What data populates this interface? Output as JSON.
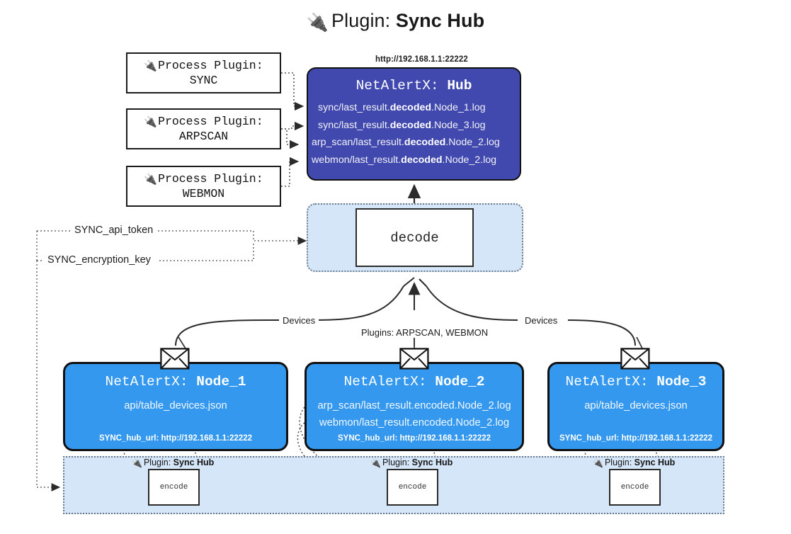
{
  "title": {
    "icon": "plug-icon",
    "lead": "Plugin: ",
    "name": "Sync Hub"
  },
  "colors": {
    "hub_fill": "#4149af",
    "node_fill": "#3498ee",
    "band_fill": "#d4e6f8",
    "stroke": "#111111",
    "page_bg": "#ffffff"
  },
  "process_plugins": [
    {
      "icon": "plug-icon",
      "line1": "Process Plugin:",
      "line2": "SYNC"
    },
    {
      "icon": "plug-icon",
      "line1": "Process Plugin:",
      "line2": "ARPSCAN"
    },
    {
      "icon": "plug-icon",
      "line1": "Process Plugin:",
      "line2": "WEBMON"
    }
  ],
  "hub": {
    "url": "http://192.168.1.1:22222",
    "title_prefix": "NetAlertX: ",
    "title_name": "Hub",
    "logs": [
      {
        "pre": "sync/last_result.",
        "mid": "decoded",
        "post": ".Node_1.log"
      },
      {
        "pre": "sync/last_result.",
        "mid": "decoded",
        "post": ".Node_3.log"
      },
      {
        "pre": "arp_scan/last_result.",
        "mid": "decoded",
        "post": ".Node_2.log"
      },
      {
        "pre": "webmon/last_result.",
        "mid": "decoded",
        "post": ".Node_2.log"
      }
    ]
  },
  "decode": {
    "label": "decode"
  },
  "secrets": [
    {
      "label": "SYNC_api_token"
    },
    {
      "label": "SYNC_encryption_key"
    }
  ],
  "edge_labels": {
    "left_devices": "Devices",
    "center_plugins": "Plugins: ARPSCAN, WEBMON",
    "right_devices": "Devices"
  },
  "nodes": [
    {
      "title_prefix": "NetAlertX: ",
      "title_name": "Node_1",
      "lines": [
        "api/table_devices.json"
      ],
      "footer": "SYNC_hub_url: http://192.168.1.1:22222",
      "envelope_icon": "envelope-icon"
    },
    {
      "title_prefix": "NetAlertX: ",
      "title_name": "Node_2",
      "lines": [
        "arp_scan/last_result.encoded.Node_2.log",
        "webmon/last_result.encoded.Node_2.log"
      ],
      "footer": "SYNC_hub_url: http://192.168.1.1:22222",
      "envelope_icon": "envelope-icon"
    },
    {
      "title_prefix": "NetAlertX: ",
      "title_name": "Node_3",
      "lines": [
        "api/table_devices.json"
      ],
      "footer": "SYNC_hub_url: http://192.168.1.1:22222",
      "envelope_icon": "envelope-icon"
    }
  ],
  "encoders": [
    {
      "icon": "plug-icon",
      "label_lead": "Plugin: ",
      "label_name": "Sync Hub",
      "box": "encode"
    },
    {
      "icon": "plug-icon",
      "label_lead": "Plugin: ",
      "label_name": "Sync Hub",
      "box": "encode"
    },
    {
      "icon": "plug-icon",
      "label_lead": "Plugin: ",
      "label_name": "Sync Hub",
      "box": "encode"
    }
  ]
}
